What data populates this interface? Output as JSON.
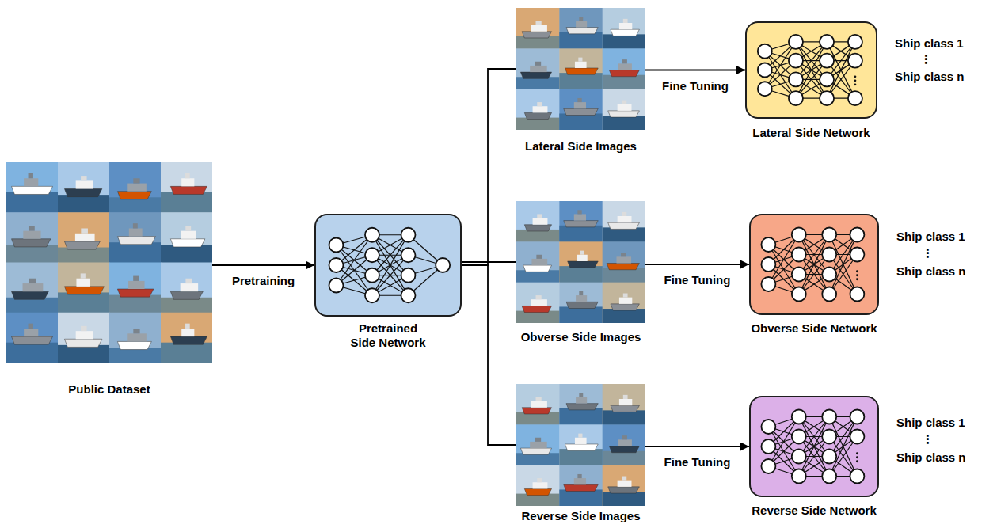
{
  "diagram": {
    "nodes": [
      {
        "text": [
          "Public Dataset"
        ]
      },
      {
        "text": [
          "Pretrained Side Network"
        ]
      },
      {
        "text": [
          "Lateral Side Images"
        ]
      },
      {
        "text": [
          "Lateral Side Network"
        ]
      },
      {
        "text": [
          "Obverse Side Images"
        ]
      },
      {
        "text": [
          "Obverse Side Network"
        ]
      },
      {
        "text": [
          "Reverse Side Images"
        ]
      },
      {
        "text": [
          "Reverse Side Network"
        ]
      }
    ],
    "edges": [
      {
        "from": 0,
        "to": 1,
        "arrow": "to",
        "label": "Pretraining"
      },
      {
        "from": 1,
        "to": 2,
        "arrow": "none"
      },
      {
        "from": 1,
        "to": 4,
        "arrow": "none"
      },
      {
        "from": 1,
        "to": 6,
        "arrow": "none"
      },
      {
        "from": 2,
        "to": 3,
        "arrow": "to",
        "label": "Fine Tuning"
      },
      {
        "from": 4,
        "to": 5,
        "arrow": "to",
        "label": "Fine Tuning"
      },
      {
        "from": 6,
        "to": 7,
        "arrow": "to",
        "label": "Fine Tuning"
      }
    ],
    "labels": [
      "Ship class 1",
      "⋮",
      "Ship class n",
      "Ship class 1",
      "⋮",
      "Ship class n",
      "Ship class 1",
      "⋮",
      "Ship class n"
    ]
  }
}
